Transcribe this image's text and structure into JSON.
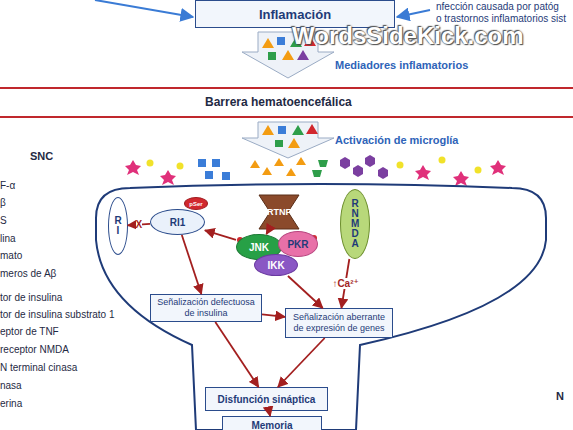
{
  "diagram": {
    "nodes": [
      {
        "text": [
          "Inflamación"
        ]
      },
      {
        "text": [
          "RI"
        ]
      },
      {
        "text": [
          "RI1"
        ]
      },
      {
        "text": [
          "pSer"
        ]
      },
      {
        "text": [
          "RTNF"
        ]
      },
      {
        "text": [
          "JNK"
        ]
      },
      {
        "text": [
          "PKR"
        ]
      },
      {
        "text": [
          "IKK"
        ]
      },
      {
        "text": [
          "RNMDA"
        ]
      },
      {
        "text": [
          "Señalización defectuosa de insulina"
        ]
      },
      {
        "text": [
          "Señalización aberrante de expresión de genes"
        ]
      },
      {
        "text": [
          "Disfunción sináptica"
        ]
      },
      {
        "text": [
          "Memoria"
        ]
      }
    ],
    "edges": [
      {
        "from": 2,
        "to": 1,
        "arrow": "to",
        "label": "X"
      },
      {
        "from": 4,
        "to": 5,
        "arrow": "to"
      },
      {
        "from": 5,
        "to": 2,
        "arrow": "to"
      },
      {
        "from": 7,
        "to": 10,
        "arrow": "to"
      },
      {
        "from": 8,
        "to": 10,
        "arrow": "to",
        "label": "↑Ca²⁺"
      },
      {
        "from": 2,
        "to": 9,
        "arrow": "to"
      },
      {
        "from": 9,
        "to": 10,
        "arrow": "to"
      },
      {
        "from": 9,
        "to": 11,
        "arrow": "to"
      },
      {
        "from": 10,
        "to": 11,
        "arrow": "to"
      },
      {
        "from": 11,
        "to": 12,
        "arrow": "to"
      }
    ],
    "labels": [
      "nfección causada por patóg",
      "o trastornos inflamatorios sist",
      "WordsSideKick.com",
      "Mediadores inflamatorios",
      "Barrera hematoencefálica",
      "Activación de microglía",
      "SNC",
      "F-α",
      "β",
      "S",
      "lina",
      "mato",
      "meros de Aβ",
      "tor de insulina",
      "tor de insulina substrato 1",
      "eptor de TNF",
      "receptor NMDA",
      "N terminal cinasa",
      "nasa",
      "erina",
      "N"
    ]
  }
}
